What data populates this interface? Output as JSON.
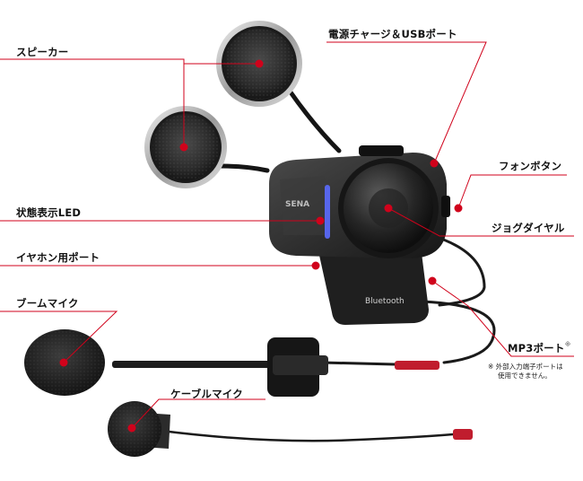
{
  "labels": {
    "speaker": "スピーカー",
    "charge_usb": "電源チャージ＆USBポート",
    "phone_button": "フォンボタン",
    "led": "状態表示LED",
    "jog_dial": "ジョグダイヤル",
    "earphone_port": "イヤホン用ポート",
    "boom_mic": "ブームマイク",
    "mp3_port": "MP3ポート",
    "mp3_mark": "※",
    "note_line1": "※ 外部入力端子ポートは",
    "note_line2": "使用できません。",
    "cable_mic": "ケーブルマイク"
  },
  "device": {
    "brand": "SENA",
    "bluetooth": "Bluetooth"
  },
  "colors": {
    "callout": "#d0021b",
    "body": "#2a2a2a",
    "accent_led": "#5b6cff"
  }
}
